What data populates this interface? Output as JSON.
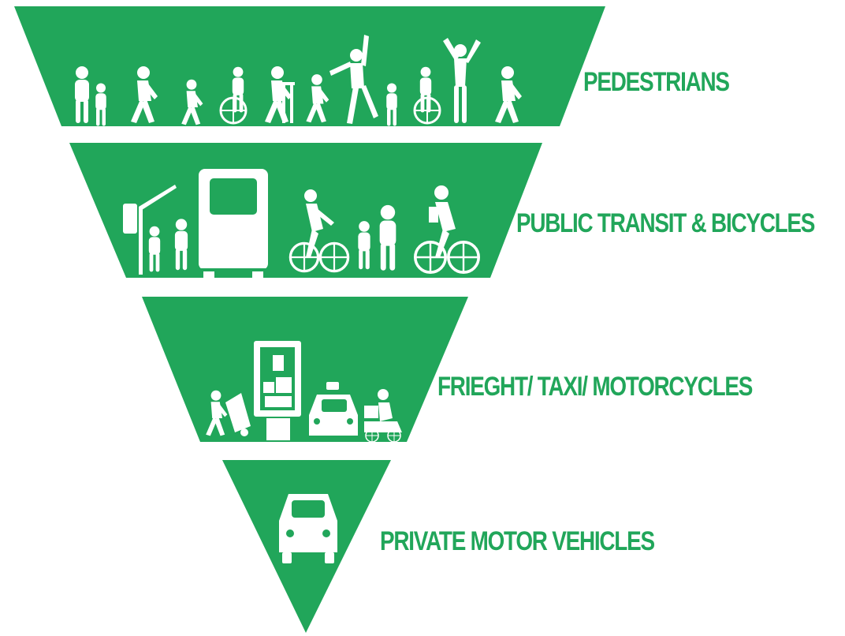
{
  "colors": {
    "green": "#21a65a",
    "figure": "#ffffff",
    "background": "#ffffff"
  },
  "tiers": [
    {
      "rank": 1,
      "label": "PEDESTRIANS",
      "icons": [
        "family-icon",
        "walking-person-icon",
        "child-walking-icon",
        "wheelchair-user-icon",
        "walker-user-icon",
        "walking-person-icon",
        "dancing-person-icon",
        "child-icon",
        "wheelchair-user-icon",
        "arms-raised-person-icon",
        "walking-person-icon"
      ]
    },
    {
      "rank": 2,
      "label": "PUBLIC TRANSIT & BICYCLES",
      "icons": [
        "bus-stop-icon",
        "bus-icon",
        "cyclist-icon",
        "family-with-bike-icon",
        "cyclist-icon"
      ]
    },
    {
      "rank": 3,
      "label": "FRIEGHT/ TAXI/ MOTORCYCLES",
      "icons": [
        "hand-truck-worker-icon",
        "delivery-truck-icon",
        "taxi-icon",
        "motorcycle-delivery-icon"
      ]
    },
    {
      "rank": 4,
      "label": "PRIVATE MOTOR VEHICLES",
      "icons": [
        "car-icon"
      ]
    }
  ]
}
